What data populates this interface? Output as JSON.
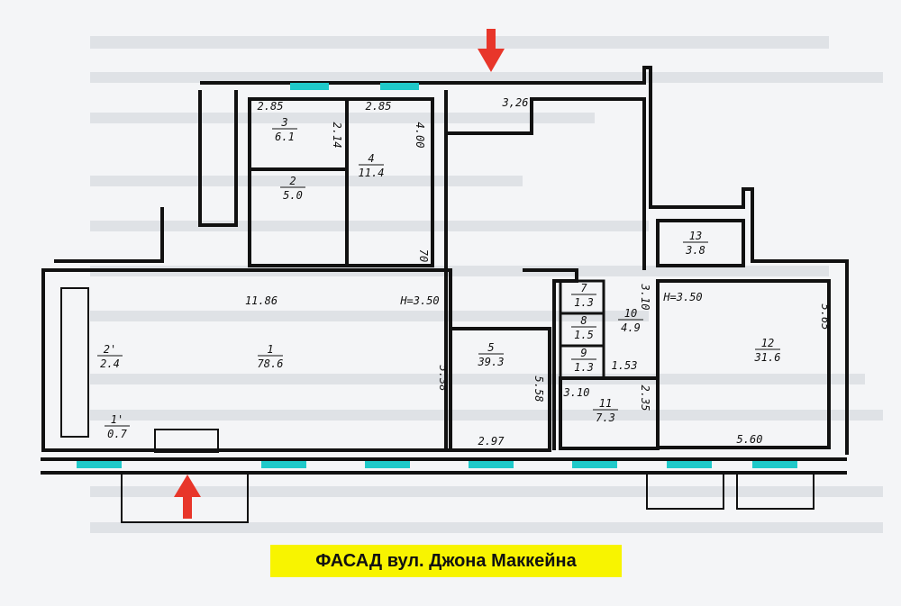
{
  "caption": "ФАСАД вул. Джона Маккейна",
  "colors": {
    "window": "#1fc9c9",
    "arrow": "#e8362a",
    "caption_bg": "#f8f400"
  },
  "rooms": [
    {
      "number": "1",
      "area": "78.6"
    },
    {
      "number": "2'",
      "area": "2.4"
    },
    {
      "number": "1'",
      "area": "0.7"
    },
    {
      "number": "2",
      "area": "5.0"
    },
    {
      "number": "3",
      "area": "6.1"
    },
    {
      "number": "4",
      "area": "11.4"
    },
    {
      "number": "5",
      "area": "39.3"
    },
    {
      "number": "7",
      "area": "1.3"
    },
    {
      "number": "8",
      "area": "1.5"
    },
    {
      "number": "9",
      "area": "1.3"
    },
    {
      "number": "10",
      "area": "4.9"
    },
    {
      "number": "11",
      "area": "7.3"
    },
    {
      "number": "12",
      "area": "31.6"
    },
    {
      "number": "13",
      "area": "3.8"
    }
  ],
  "dimensions": [
    "2.85",
    "2.85",
    "3,26",
    "2.14",
    "4.00",
    "70",
    "11.86",
    "H=3.50",
    "5.38",
    "5.58",
    "2.97",
    "3.10",
    "1.53",
    "3.10",
    "2.35",
    "H=3.50",
    "5.65",
    "5.60"
  ]
}
